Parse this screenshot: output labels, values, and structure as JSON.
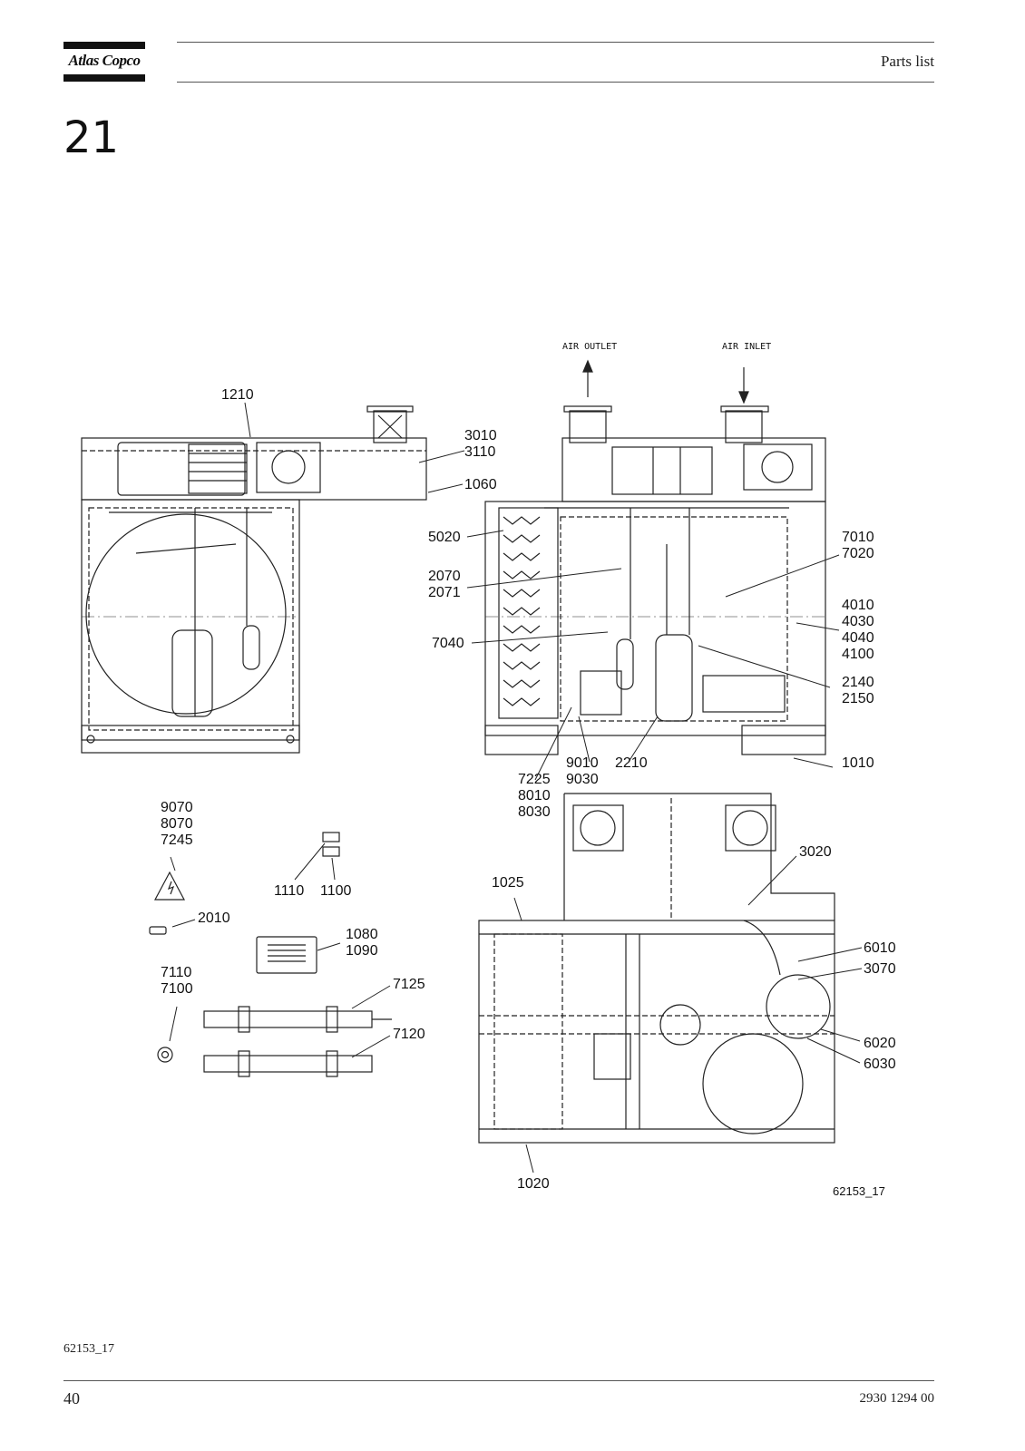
{
  "header": {
    "brand": "Atlas Copco",
    "title": "Parts list"
  },
  "section_number": "21",
  "drawing": {
    "flow_labels": {
      "outlet": "AIR OUTLET",
      "inlet": "AIR INLET"
    },
    "callouts": {
      "c1210": "1210",
      "c3010": "3010",
      "c3110": "3110",
      "c1060": "1060",
      "c5020": "5020",
      "c2070": "2070",
      "c2071": "2071",
      "c7040": "7040",
      "c7010": "7010",
      "c7020": "7020",
      "c4010": "4010",
      "c4030": "4030",
      "c4040": "4040",
      "c4100": "4100",
      "c2140": "2140",
      "c2150": "2150",
      "c9010": "9010",
      "c2210": "2210",
      "c9030": "9030",
      "c1010": "1010",
      "c7225": "7225",
      "c8010": "8010",
      "c8030": "8030",
      "c9070": "9070",
      "c8070": "8070",
      "c7245": "7245",
      "c1110": "1110",
      "c1100": "1100",
      "c2010": "2010",
      "c1080": "1080",
      "c1090": "1090",
      "c7110": "7110",
      "c7100": "7100",
      "c7125": "7125",
      "c7120": "7120",
      "c1025": "1025",
      "c3020": "3020",
      "c6010": "6010",
      "c3070": "3070",
      "c6020": "6020",
      "c6030": "6030",
      "c1020": "1020"
    },
    "drawing_ref": "62153_17"
  },
  "footer": {
    "ref": "62153_17",
    "page_number": "40",
    "doc_number": "2930 1294 00"
  }
}
